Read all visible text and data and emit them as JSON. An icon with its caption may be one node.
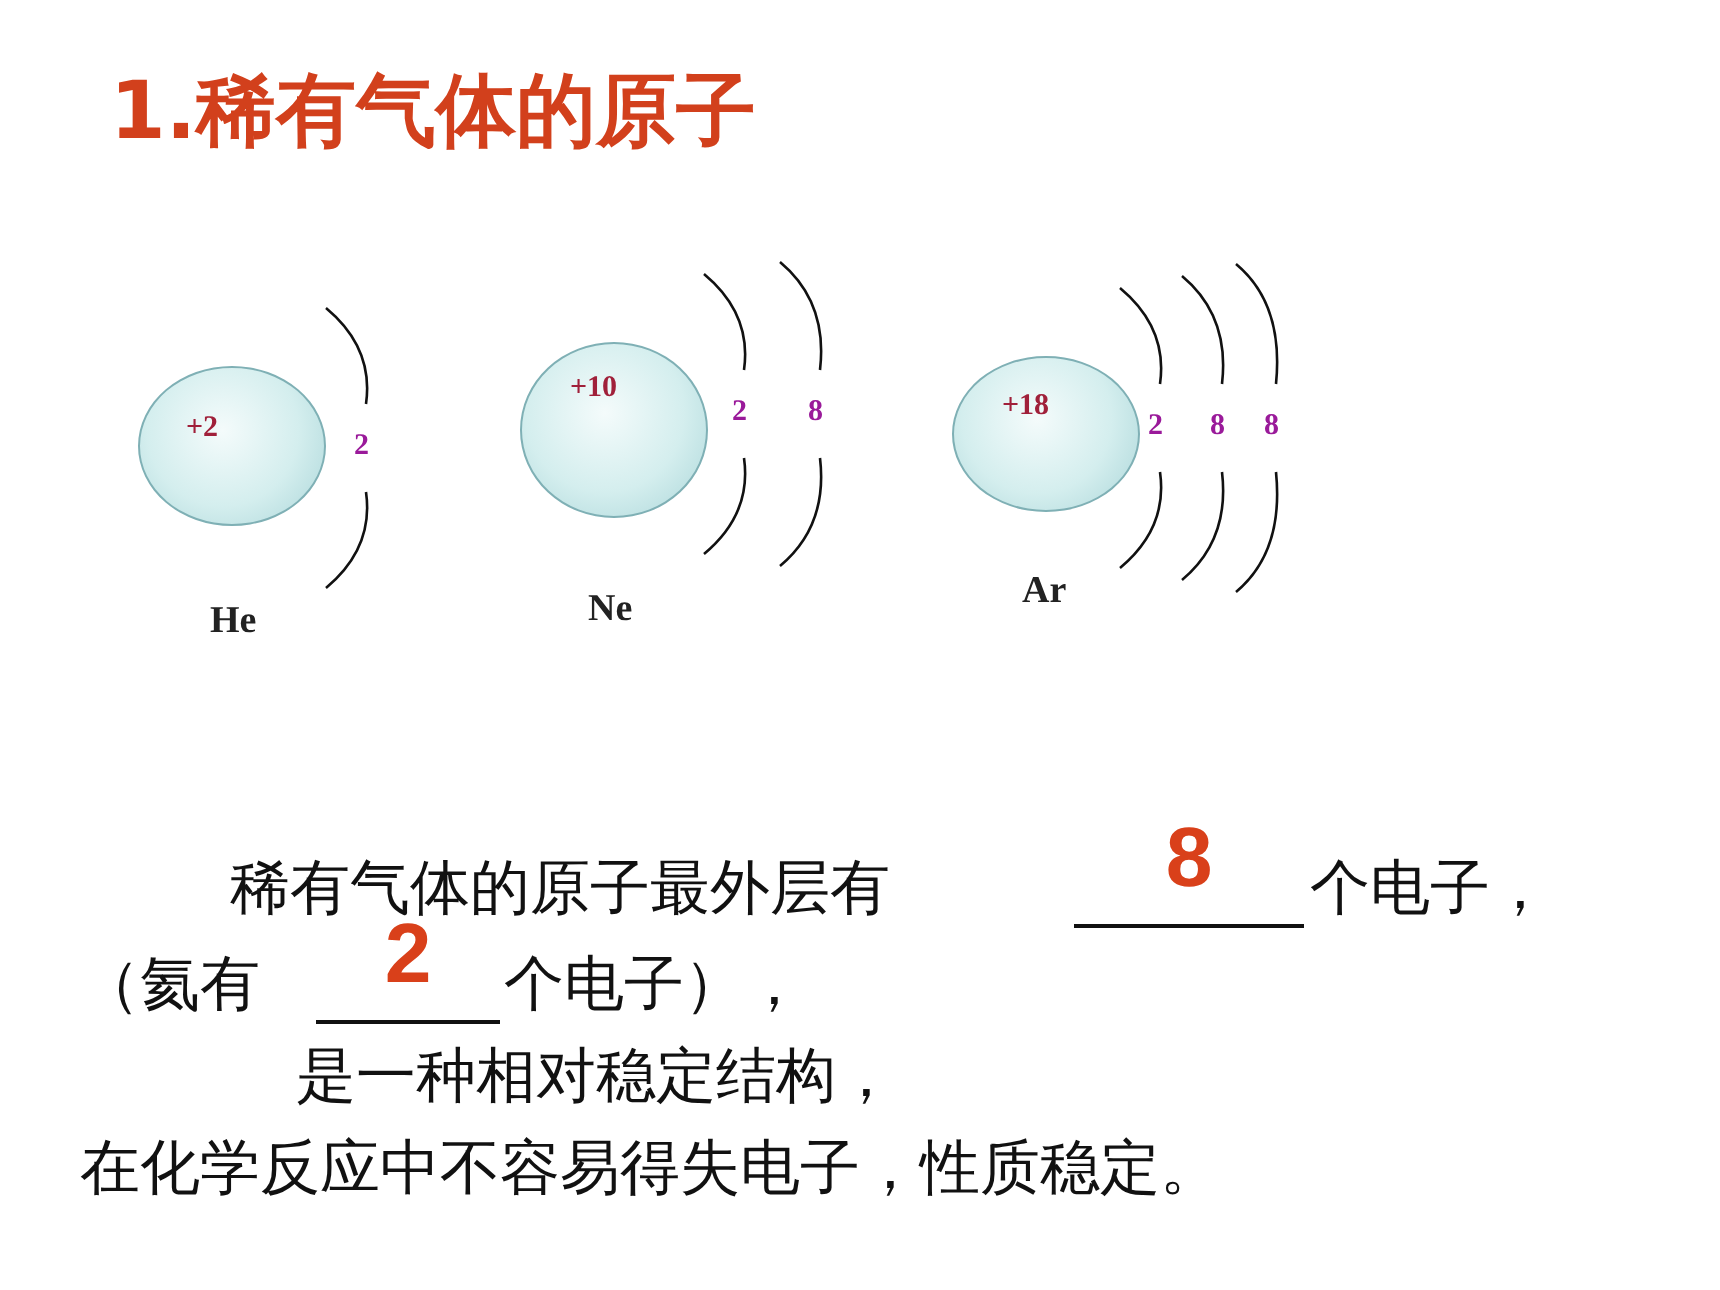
{
  "diagram": {
    "title": "1.稀有气体的原子",
    "nodes": [
      {
        "text": [
          "+2"
        ],
        "beside": [
          "He"
        ]
      },
      {
        "text": [
          "+10"
        ],
        "beside": [
          "Ne"
        ]
      },
      {
        "text": [
          "+18"
        ],
        "beside": [
          "Ar"
        ]
      }
    ],
    "labels": [
      "2",
      "2",
      "8",
      "2",
      "8",
      "8",
      "稀有气体的原子最外层有",
      "8",
      "个电子，",
      "（氦有",
      "2",
      "个电子），",
      "是一种相对稳定结构，",
      "在化学反应中不容易得失电子，性质稳定。"
    ]
  }
}
